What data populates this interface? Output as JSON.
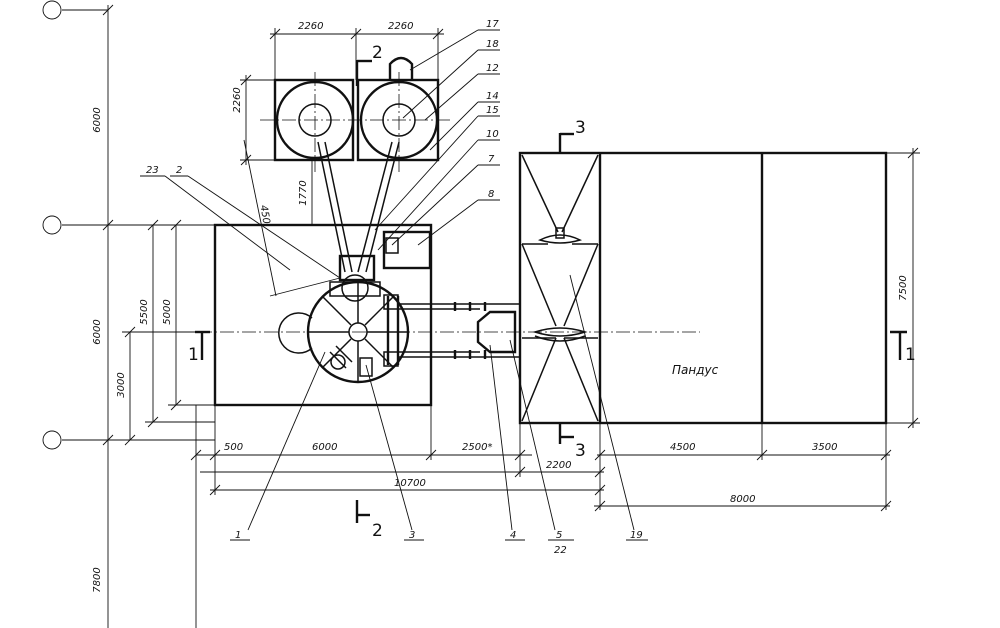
{
  "plan": {
    "dims": {
      "top_left": "2260",
      "top_right": "2260",
      "vert_2260": "2260",
      "v1770": "1770",
      "v450": "450",
      "left_6000_top": "6000",
      "left_6000_mid": "6000",
      "left_7800": "7800",
      "v5500": "5500",
      "v5000": "5000",
      "v3000": "3000",
      "d500": "500",
      "d6000": "6000",
      "d2500": "2500*",
      "d10700": "10700",
      "d2200": "2200",
      "d4500": "4500",
      "d3500": "3500",
      "d8000": "8000",
      "v7500": "7500"
    },
    "sections": {
      "s1_left": "1",
      "s1_right": "1",
      "s2_top": "2",
      "s2_bottom": "2",
      "s3_top": "3",
      "s3_bottom": "3"
    },
    "callouts": {
      "c1": "1",
      "c2": "2",
      "c3": "3",
      "c4": "4",
      "c5": "5",
      "c22": "22",
      "c7": "7",
      "c8": "8",
      "c10": "10",
      "c12": "12",
      "c14": "14",
      "c15": "15",
      "c17": "17",
      "c18": "18",
      "c19": "19",
      "c23": "23"
    },
    "ramp_label": "Пандус"
  }
}
